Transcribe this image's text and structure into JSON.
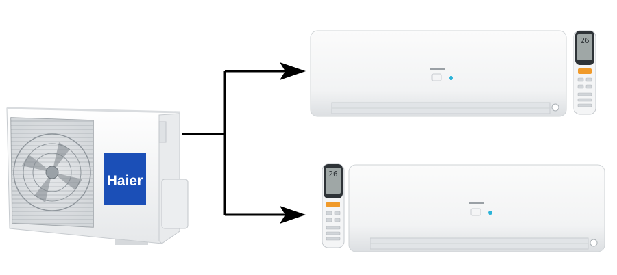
{
  "outdoor_unit": {
    "brand_logo": "Haier",
    "logo_color": "#1b4fb7"
  },
  "indoor_units": [
    {
      "label": "indoor-unit-top",
      "remote_display": "26",
      "display_color": "#2bb3d8"
    },
    {
      "label": "indoor-unit-bottom",
      "remote_display": "26",
      "display_color": "#2bb3d8"
    }
  ],
  "connection": {
    "line_color": "#000000",
    "icon": "arrow-head-icon"
  }
}
